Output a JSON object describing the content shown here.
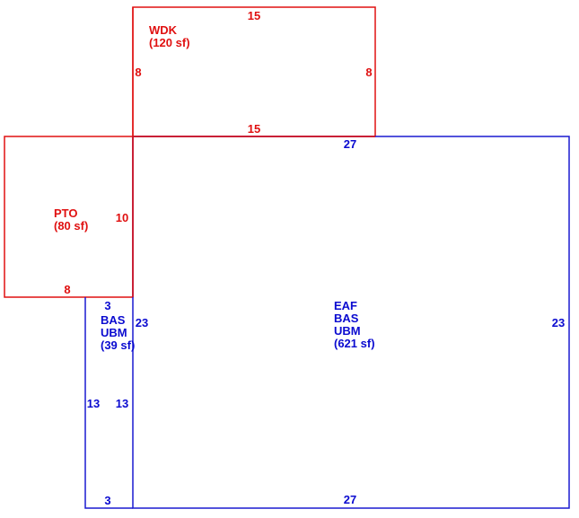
{
  "areas": {
    "wdk": {
      "name": "WDK",
      "area": "(120 sf)",
      "dims": {
        "top": "15",
        "bottom": "15",
        "left": "8",
        "right": "8"
      },
      "color": "#e01010"
    },
    "pto": {
      "name": "PTO",
      "area": "(80 sf)",
      "dims": {
        "right": "10",
        "bottom": "8"
      },
      "color": "#e01010"
    },
    "bas_small": {
      "line1": "BAS",
      "line2": "UBM",
      "area": "(39 sf)",
      "dims": {
        "top": "3",
        "bottom": "3",
        "left": "13",
        "right": "13"
      },
      "color": "#0a0ad0"
    },
    "main": {
      "line1": "EAF",
      "line2": "BAS",
      "line3": "UBM",
      "area": "(621 sf)",
      "dims": {
        "top": "27",
        "bottom": "27",
        "left": "23",
        "right": "23"
      },
      "color": "#0a0ad0"
    }
  }
}
